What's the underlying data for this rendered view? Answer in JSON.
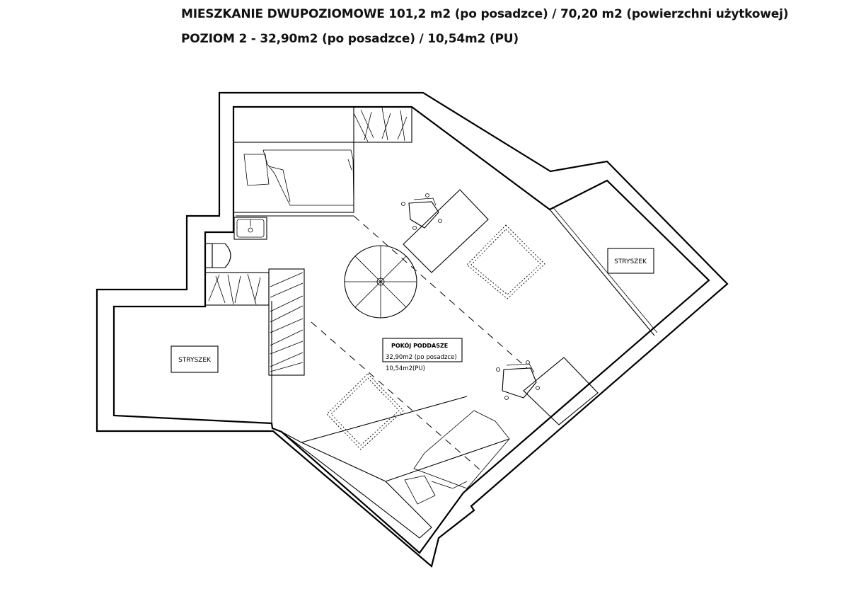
{
  "header": {
    "line1": "MIESZKANIE DWUPOZIOMOWE  101,2 m2 (po posadzce) / 70,20 m2 (powierzchni użytkowej)",
    "line2": "POZIOM 2 - 32,90m2 (po posadzce) / 10,54m2 (PU)"
  },
  "rooms": {
    "attic_left": "STRYSZEK",
    "attic_right": "STRYSZEK",
    "main_title": "POKÓJ PODDASZE",
    "main_area_floor": "32,90m2 (po posadzce)",
    "main_area_usable": "10,54m2(PU)"
  }
}
